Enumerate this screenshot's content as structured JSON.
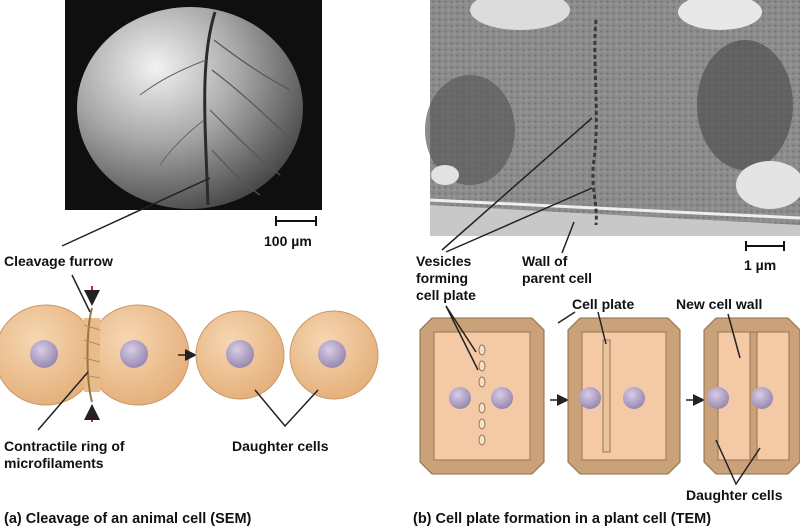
{
  "panel_a": {
    "caption": "(a) Cleavage of an animal cell (SEM)",
    "scale_bar": "100 µm",
    "labels": {
      "cleavage_furrow": "Cleavage furrow",
      "contractile_ring_line1": "Contractile ring of",
      "contractile_ring_line2": "microfilaments",
      "daughter_cells": "Daughter cells"
    }
  },
  "panel_b": {
    "caption": "(b) Cell plate formation in a plant cell (TEM)",
    "scale_bar": "1 µm",
    "labels": {
      "vesicles_line1": "Vesicles",
      "vesicles_line2": "forming",
      "vesicles_line3": "cell plate",
      "wall_line1": "Wall of",
      "wall_line2": "parent cell",
      "cell_plate": "Cell plate",
      "new_cell_wall": "New cell wall",
      "daughter_cells": "Daughter cells"
    }
  },
  "colors": {
    "cell_fill": "#f0c89c",
    "nucleus": "#b7a6cc",
    "plant_wall": "#c9a27a",
    "arrow_red": "#d9232d"
  }
}
